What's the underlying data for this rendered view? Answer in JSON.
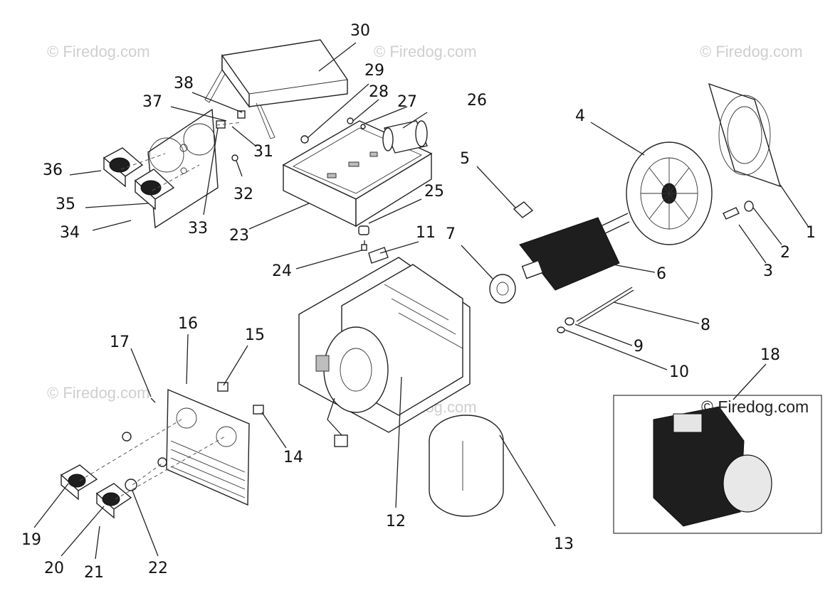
{
  "diagram": {
    "callouts": [
      {
        "id": "1",
        "label": "1"
      },
      {
        "id": "2",
        "label": "2"
      },
      {
        "id": "3",
        "label": "3"
      },
      {
        "id": "4",
        "label": "4"
      },
      {
        "id": "5",
        "label": "5"
      },
      {
        "id": "6",
        "label": "6"
      },
      {
        "id": "7",
        "label": "7"
      },
      {
        "id": "8",
        "label": "8"
      },
      {
        "id": "9",
        "label": "9"
      },
      {
        "id": "10",
        "label": "10"
      },
      {
        "id": "11",
        "label": "11"
      },
      {
        "id": "12",
        "label": "12"
      },
      {
        "id": "13",
        "label": "13"
      },
      {
        "id": "14",
        "label": "14"
      },
      {
        "id": "15",
        "label": "15"
      },
      {
        "id": "16",
        "label": "16"
      },
      {
        "id": "17",
        "label": "17"
      },
      {
        "id": "18",
        "label": "18"
      },
      {
        "id": "19",
        "label": "19"
      },
      {
        "id": "20",
        "label": "20"
      },
      {
        "id": "21",
        "label": "21"
      },
      {
        "id": "22",
        "label": "22"
      },
      {
        "id": "23",
        "label": "23"
      },
      {
        "id": "24",
        "label": "24"
      },
      {
        "id": "25",
        "label": "25"
      },
      {
        "id": "26",
        "label": "26"
      },
      {
        "id": "27",
        "label": "27"
      },
      {
        "id": "28",
        "label": "28"
      },
      {
        "id": "29",
        "label": "29"
      },
      {
        "id": "30",
        "label": "30"
      },
      {
        "id": "31",
        "label": "31"
      },
      {
        "id": "32",
        "label": "32"
      },
      {
        "id": "33",
        "label": "33"
      },
      {
        "id": "34",
        "label": "34"
      },
      {
        "id": "35",
        "label": "35"
      },
      {
        "id": "36",
        "label": "36"
      },
      {
        "id": "37",
        "label": "37"
      },
      {
        "id": "38",
        "label": "38"
      }
    ],
    "watermark": "© Firedog.com",
    "inset_watermark": "© Firedog.com"
  }
}
